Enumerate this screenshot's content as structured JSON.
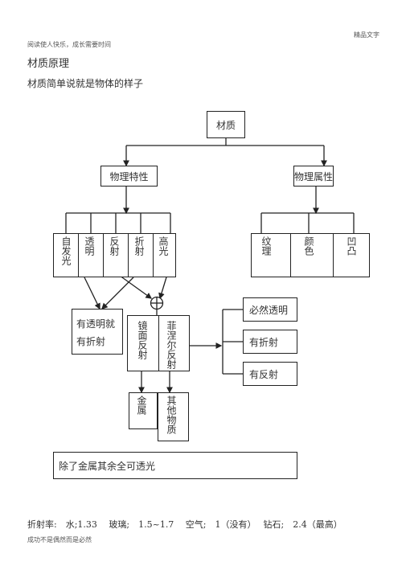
{
  "header": {
    "top_right": "精品文字",
    "top_left": "阅读使人快乐，成长需要时间"
  },
  "title": "材质原理",
  "subtitle": "材质简单说就是物体的样子",
  "diagram": {
    "root": "材质",
    "physical_traits": "物理特性",
    "physical_attributes": "物理属性",
    "traits": [
      "自发光",
      "透明",
      "反射",
      "折射",
      "高光"
    ],
    "attributes": [
      "纹理",
      "颜色",
      "凹凸"
    ],
    "transparent_note": [
      "有透明就",
      "有折射"
    ],
    "reflection_types": [
      "镜面反射",
      "菲涅尔反射"
    ],
    "materials": [
      "金属",
      "其他物质"
    ],
    "fresnel_results": [
      "必然透明",
      "有折射",
      "有反射"
    ],
    "plus_symbol": "+"
  },
  "note_box": "除了金属其余全可透光",
  "refraction_line": "折射率:　水;1.33　 玻璃;　1.5~1.7　 空气;　1（没有）　 钻石;　2.4（最高）",
  "footer": "成功不是偶然而是必然"
}
